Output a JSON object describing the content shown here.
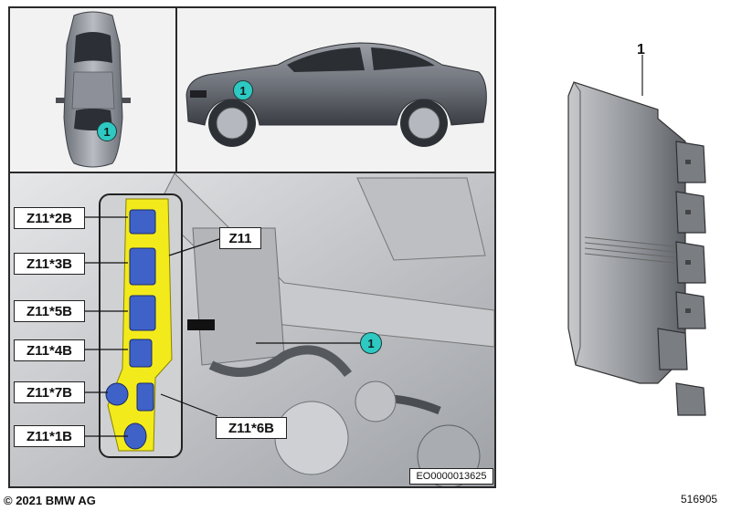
{
  "callouts": {
    "top_view": "1",
    "side_view": "1",
    "engine_bay": "1",
    "part": "1"
  },
  "connectors": {
    "z11": "Z11",
    "z11_2b": "Z11*2B",
    "z11_3b": "Z11*3B",
    "z11_5b": "Z11*5B",
    "z11_4b": "Z11*4B",
    "z11_7b": "Z11*7B",
    "z11_1b": "Z11*1B",
    "z11_6b": "Z11*6B"
  },
  "image_code": "EO0000013625",
  "copyright": "© 2021 BMW AG",
  "part_number": "516905",
  "colors": {
    "callout_fill": "#2ec9c2",
    "highlight": "#f3ea1c",
    "connector_blue": "#3f62c8"
  }
}
